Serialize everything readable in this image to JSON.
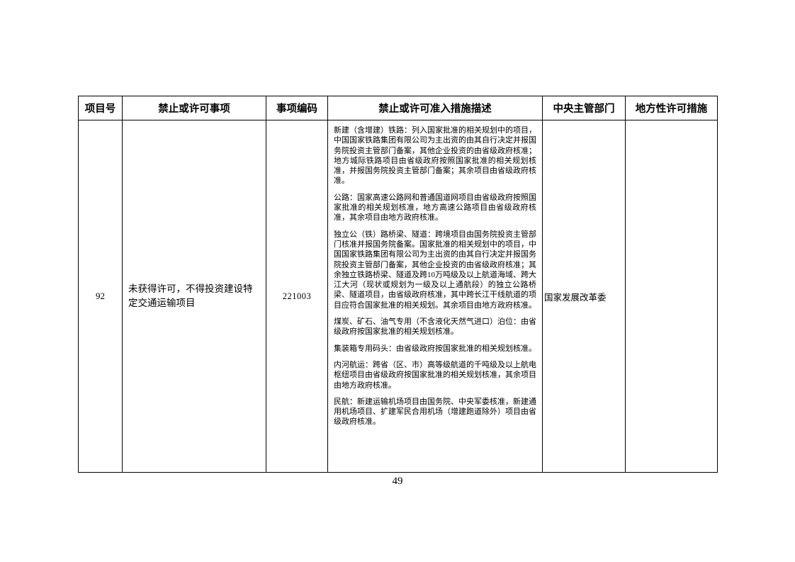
{
  "page": {
    "number": "49"
  },
  "table": {
    "headers": [
      "项目号",
      "禁止或许可事项",
      "事项编码",
      "禁止或许可准入措施描述",
      "中央主管部门",
      "地方性许可措施"
    ],
    "rows": [
      {
        "project_no": "92",
        "item": "未获得许可，不得投资建设特定交通运输项目",
        "code": "221003",
        "description_paragraphs": [
          "新建（含增建）铁路：列入国家批准的相关规划中的项目，中国国家铁路集团有限公司为主出资的由其自行决定并报国务院投资主管部门备案，其他企业投资的由省级政府核准；地方城际铁路项目由省级政府按照国家批准的相关规划核准，并报国务院投资主管部门备案；其余项目由省级政府核准。",
          "公路：国家高速公路网和普通国道网项目由省级政府按照国家批准的相关规划核准，地方高速公路项目由省级政府核准，其余项目由地方政府核准。",
          "独立公（铁）路桥梁、隧道：跨境项目由国务院投资主管部门核准并报国务院备案。国家批准的相关规划中的项目，中国国家铁路集团有限公司为主出资的由其自行决定并报国务院投资主管部门备案，其他企业投资的由省级政府核准；其余独立铁路桥梁、隧道及跨10万吨级及以上航道海域、跨大江大河（现状或规划为一级及以上通航段）的独立公路桥梁、隧道项目，由省级政府核准，其中跨长江干线航道的项目应符合国家批准的相关规划。其余项目由地方政府核准。",
          "煤炭、矿石、油气专用（不含液化天然气进口）泊位：由省级政府按国家批准的相关规划核准。",
          "集装箱专用码头：由省级政府按国家批准的相关规划核准。",
          "内河航运：跨省（区、市）高等级航道的千吨级及以上航电枢纽项目由省级政府按国家批准的相关规划核准，其余项目由地方政府核准。",
          "民航：新建运输机场项目由国务院、中央军委核准，新建通用机场项目、扩建军民合用机场（增建跑道除外）项目由省级政府核准。"
        ],
        "central_dept": "国家发展改革委",
        "local_measures": ""
      }
    ]
  }
}
